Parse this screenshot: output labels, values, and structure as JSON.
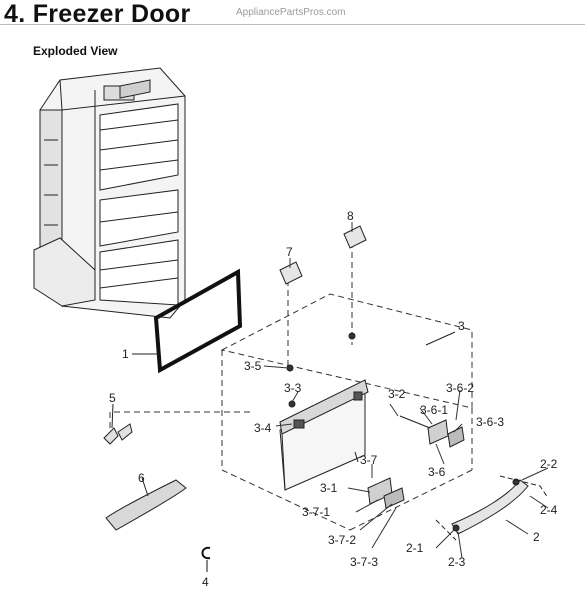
{
  "header": {
    "title": "4.  Freezer Door",
    "site": "AppliancePartsPros.com",
    "subtitle": "Exploded View"
  },
  "callouts": [
    "1",
    "2",
    "2-1",
    "2-2",
    "2-3",
    "2-4",
    "3",
    "3-1",
    "3-2",
    "3-3",
    "3-4",
    "3-5",
    "3-6",
    "3-6-1",
    "3-6-2",
    "3-6-3",
    "3-7",
    "3-7-1",
    "3-7-2",
    "3-7-3",
    "4",
    "5",
    "6",
    "7",
    "8"
  ]
}
